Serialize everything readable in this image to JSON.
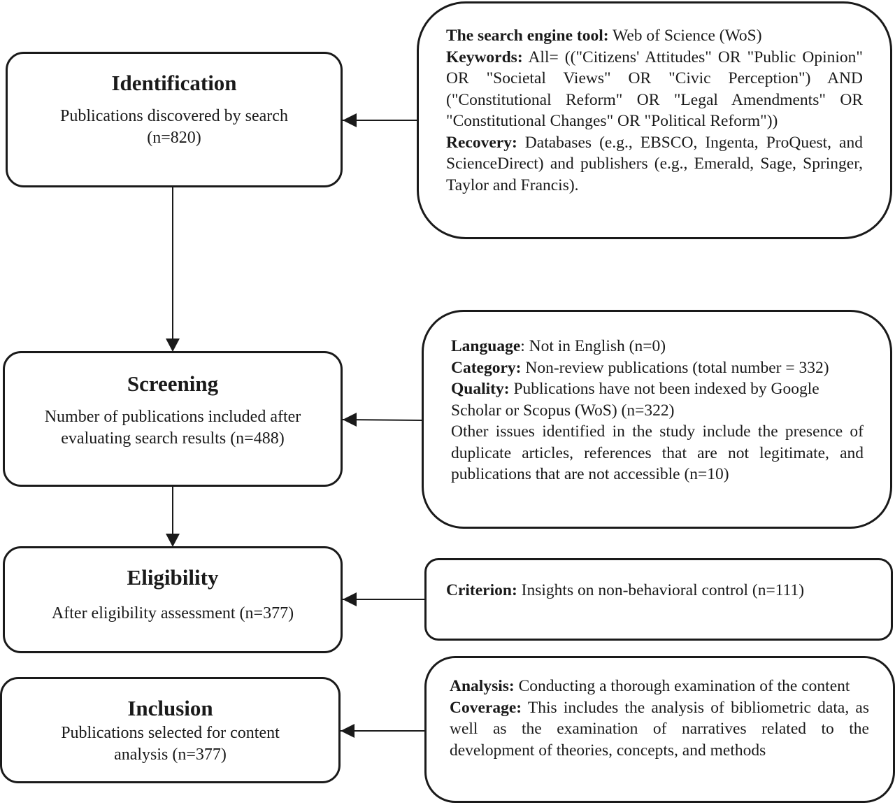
{
  "stages": {
    "identification": {
      "title": "Identification",
      "body": [
        "Publications discovered by search",
        "(n=820)"
      ]
    },
    "screening": {
      "title": "Screening",
      "body": [
        "Number of publications included after",
        "evaluating search results (n=488)"
      ]
    },
    "eligibility": {
      "title": "Eligibility",
      "body": [
        "After eligibility assessment (n=377)"
      ]
    },
    "inclusion": {
      "title": "Inclusion",
      "body": [
        "Publications selected for content",
        "analysis (n=377)"
      ]
    }
  },
  "notes": {
    "identification": {
      "search_label": "The search engine tool:",
      "search_text": " Web of Science (WoS)",
      "keywords_label": "Keywords:",
      "keywords_text": " All= ((\"Citizens' Attitudes\" OR \"Public Opinion\" OR \"Societal Views\" OR \"Civic Perception\") AND (\"Constitutional Reform\" OR \"Legal Amendments\" OR \"Constitutional Changes\" OR \"Political Reform\"))",
      "recovery_label": "Recovery:",
      "recovery_text": " Databases (e.g., EBSCO, Ingenta, ProQuest, and ScienceDirect) and publishers (e.g., Emerald, Sage, Springer, Taylor and Francis)."
    },
    "screening": {
      "language_label": "Language",
      "language_text": ": Not in English (n=0)",
      "category_label": "Category:",
      "category_text": " Non-review publications (total number = 332)",
      "quality_label": "Quality:",
      "quality_text": " Publications have not been indexed by Google Scholar or Scopus (WoS) (n=322)",
      "other_text": "Other issues identified in the study include the presence of duplicate articles, references that are not legitimate, and publications that are not accessible (n=10)"
    },
    "eligibility": {
      "criterion_label": "Criterion:",
      "criterion_text": " Insights on non-behavioral control (n=111)"
    },
    "inclusion": {
      "analysis_label": "Analysis:",
      "analysis_text": " Conducting a thorough examination of the content",
      "coverage_label": "Coverage:",
      "coverage_text": " This includes the analysis of bibliometric data, as well as the examination of narratives related to the development of theories, concepts, and methods"
    }
  }
}
